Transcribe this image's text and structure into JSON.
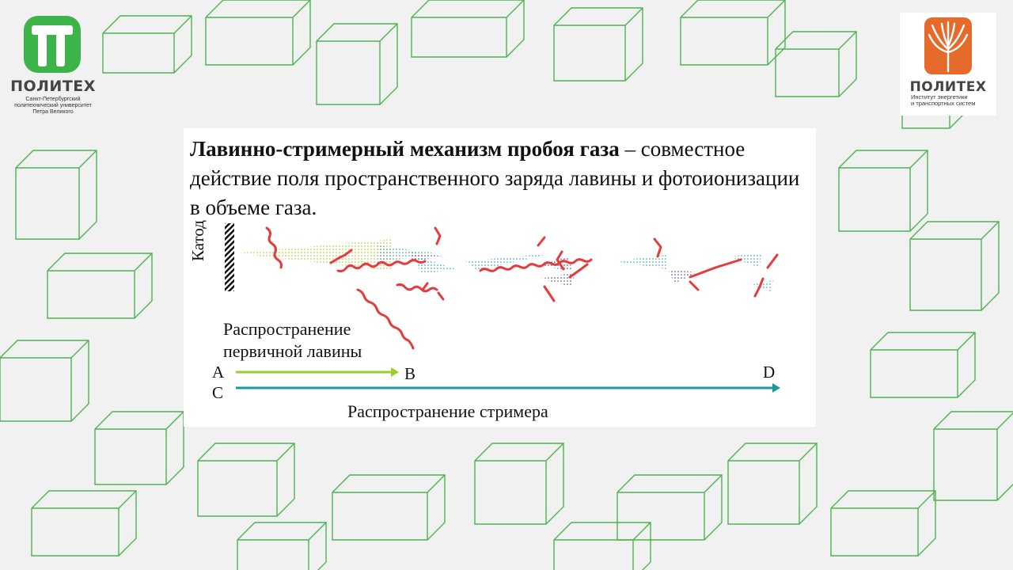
{
  "logo_left": {
    "name": "ПОЛИТЕХ",
    "subtitle_lines": [
      "Санкт-Петербургский",
      "политехнический университет",
      "Петра Великого"
    ],
    "color": "#3cb44a"
  },
  "logo_right": {
    "name": "ПОЛИТЕХ",
    "subtitle_lines": [
      "Институт энергетики",
      "и транспортных систем"
    ],
    "color": "#e66a2a"
  },
  "slide": {
    "title_bold": "Лавинно-стримерный механизм пробоя газа",
    "title_rest": " – совместное действие поля пространственного заряда лавины и фотоионизации в объеме газа."
  },
  "diagram": {
    "cathode_label": "Катод",
    "primary_label_line1": "Распространение",
    "primary_label_line2": "первичной лавины",
    "point_a": "A",
    "point_b": "B",
    "point_c": "C",
    "point_d": "D",
    "streamer_label": "Распространение стримера",
    "colors": {
      "primary_arrow": "#9acd32",
      "streamer_arrow": "#1a9a9a",
      "photon": "#e43c3c",
      "avalanche": "#2a9aa0",
      "cathode_glow": "#dede7a"
    }
  },
  "background": {
    "line_color": "#4cb450"
  }
}
